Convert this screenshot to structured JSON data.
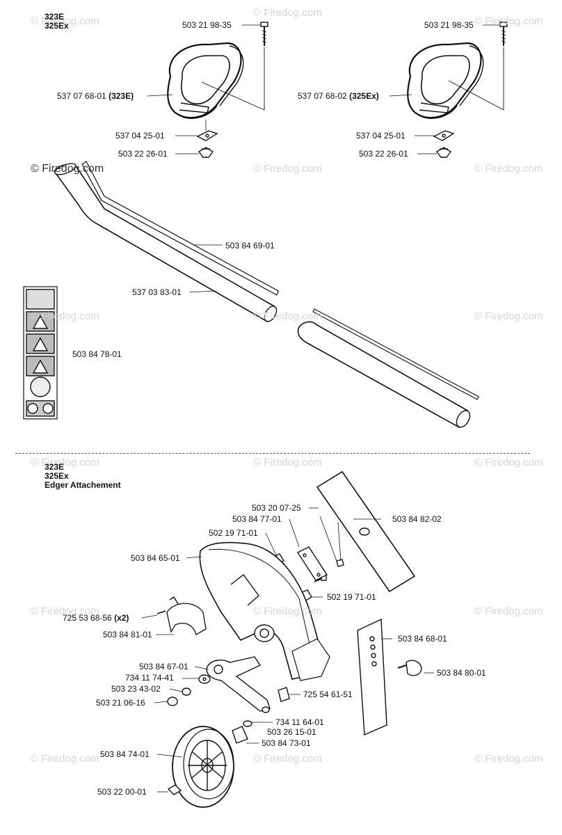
{
  "section_top": {
    "models": [
      "323E",
      "325Ex"
    ]
  },
  "section_bottom": {
    "models": [
      "323E",
      "325Ex"
    ],
    "title": "Edger Attachement"
  },
  "watermark": "© Firedog.com",
  "parts_top": {
    "bolt_left": "503 21 98-35",
    "bolt_right": "503 21 98-35",
    "handle_left_num": "537 07 68-01",
    "handle_left_model": "(323E)",
    "handle_right_num": "537 07 68-02",
    "handle_right_model": "(325Ex)",
    "bracket_left": "537 04 25-01",
    "bracket_right": "537 04 25-01",
    "nut_left": "503 22 26-01",
    "nut_right": "503 22 26-01",
    "shaft": "503 84 69-01",
    "tube": "537 03 83-01",
    "decal": "503 84 78-01"
  },
  "parts_bottom": {
    "screw": "503 20 07-25",
    "plate": "503 84 77-01",
    "nut_a": "502 19 71-01",
    "nut_b": "502 19 71-01",
    "blade": "503 84 82-02",
    "guard": "503 84 65-01",
    "screw_clamp": "725 53 68-56",
    "screw_clamp_qty": "(x2)",
    "clamp": "503 84 81-01",
    "depth_plate": "503 84 68-01",
    "knob": "503 84 80-01",
    "arm": "503 84 67-01",
    "washer_a": "734 11 74-41",
    "washer_b": "503 23 43-02",
    "bolt": "503 21 06-16",
    "pin": "725 54 61-51",
    "washer_c": "734 11 64-01",
    "bushing": "503 26 15-01",
    "spacer": "503 84 73-01",
    "wheel": "503 84 74-01",
    "wheel_nut": "503 22 00-01"
  }
}
